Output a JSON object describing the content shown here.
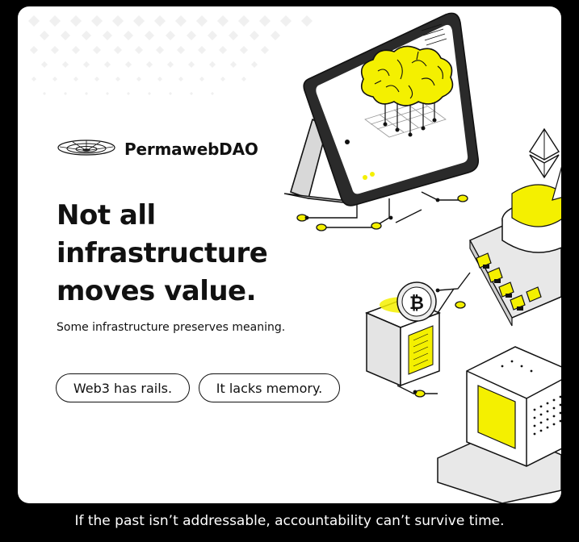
{
  "brand": {
    "name": "PermawebDAO",
    "logo_icon": "wormhole-grid-icon"
  },
  "headline": {
    "line1": "Not all",
    "line2": "infrastructure",
    "line3": "moves value."
  },
  "subline": "Some infrastructure preserves meaning.",
  "pills": [
    {
      "label": "Web3 has rails."
    },
    {
      "label": "It lacks memory."
    }
  ],
  "caption": "If the past isn’t addressable, accountability can’t survive time.",
  "colors": {
    "accent": "#f4f000",
    "ink": "#111111",
    "background": "#ffffff",
    "frame": "#000000"
  },
  "illustration_icons": [
    "tablet-brain-icon",
    "ethereum-icon",
    "chip-icon",
    "bitcoin-box-icon",
    "server-tower-icon"
  ]
}
